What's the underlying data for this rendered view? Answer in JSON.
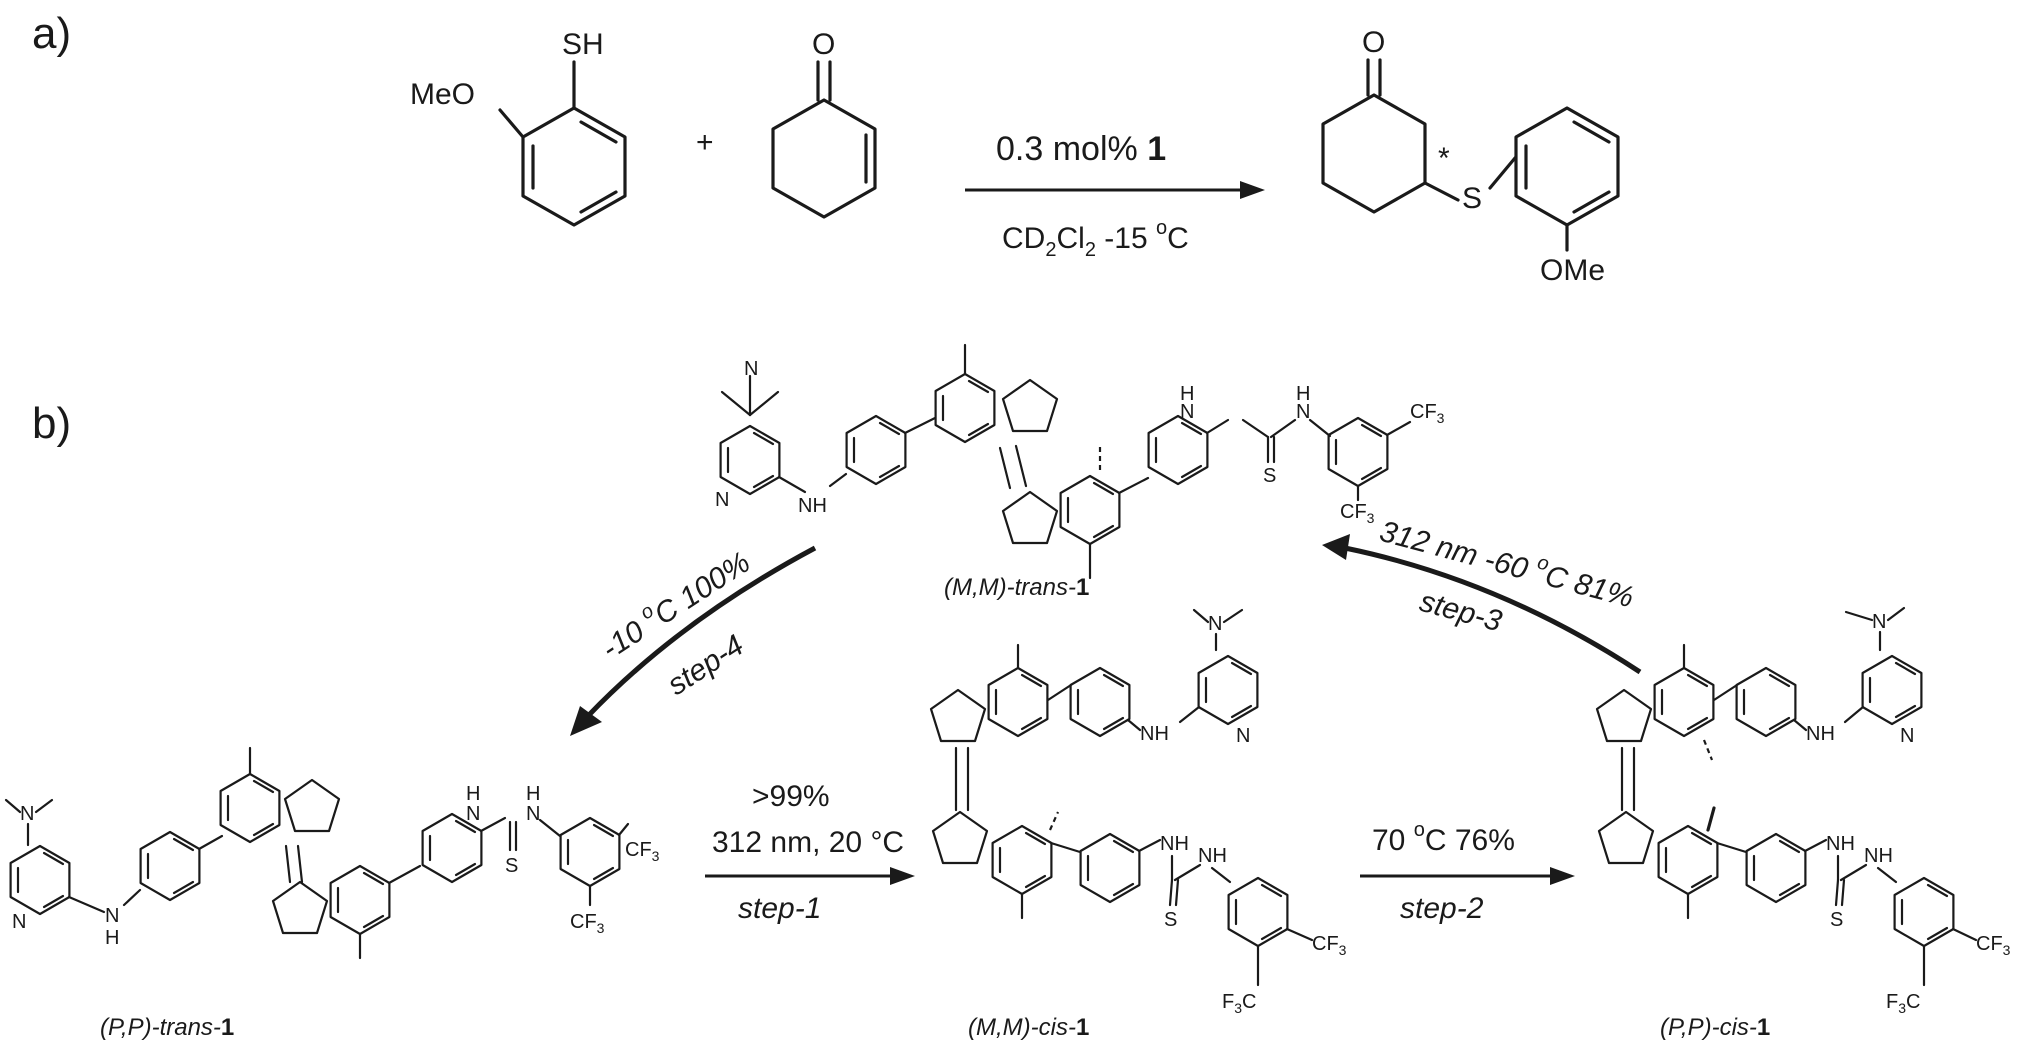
{
  "panels": {
    "a": {
      "label": "a)"
    },
    "b": {
      "label": "b)"
    }
  },
  "reaction_a": {
    "thiol": {
      "sh": "SH",
      "meo": "MeO"
    },
    "plus": "+",
    "ketone": {
      "o": "O"
    },
    "conditions": {
      "catalyst_prefix": "0.3 mol% ",
      "catalyst_bold": "1",
      "solvent_cd": "CD",
      "solvent_sub1": "2",
      "solvent_cl": "Cl",
      "solvent_sub2": "2",
      "temp": " -15 ",
      "temp_sup": "o",
      "temp_unit": "C"
    },
    "product": {
      "o": "O",
      "star": "*",
      "s": "S",
      "ome": "OMe"
    }
  },
  "molecules": {
    "mm_trans": {
      "name_italic": "(M,M)-trans-",
      "name_bold": "1"
    },
    "pp_trans": {
      "name_italic": "(P,P)-trans-",
      "name_bold": "1"
    },
    "mm_cis": {
      "name_italic": "(M,M)-cis-",
      "name_bold": "1"
    },
    "pp_cis": {
      "name_italic": "(P,P)-cis-",
      "name_bold": "1"
    },
    "atoms": {
      "n": "N",
      "nh": "NH",
      "h": "H",
      "s": "S",
      "cf3_c": "CF",
      "cf3_sub": "3",
      "f3c_f": "F",
      "f3c_sub": "3",
      "f3c_c": "C"
    }
  },
  "steps": {
    "step1": {
      "yield": ">99%",
      "cond": "312 nm, 20 °C",
      "label": "step-1"
    },
    "step2": {
      "cond_a": "70 ",
      "sup": "o",
      "cond_b": "C   76%",
      "label": "step-2"
    },
    "step3": {
      "cond_a": "312 nm   -60 ",
      "sup": "o",
      "cond_b": "C   81%",
      "label": "step-3"
    },
    "step4": {
      "cond_a": "-10 ",
      "sup": "o",
      "cond_b": "C  100%",
      "label": "step-4"
    }
  },
  "colors": {
    "ink": "#1a1a1a",
    "background": "#ffffff"
  }
}
